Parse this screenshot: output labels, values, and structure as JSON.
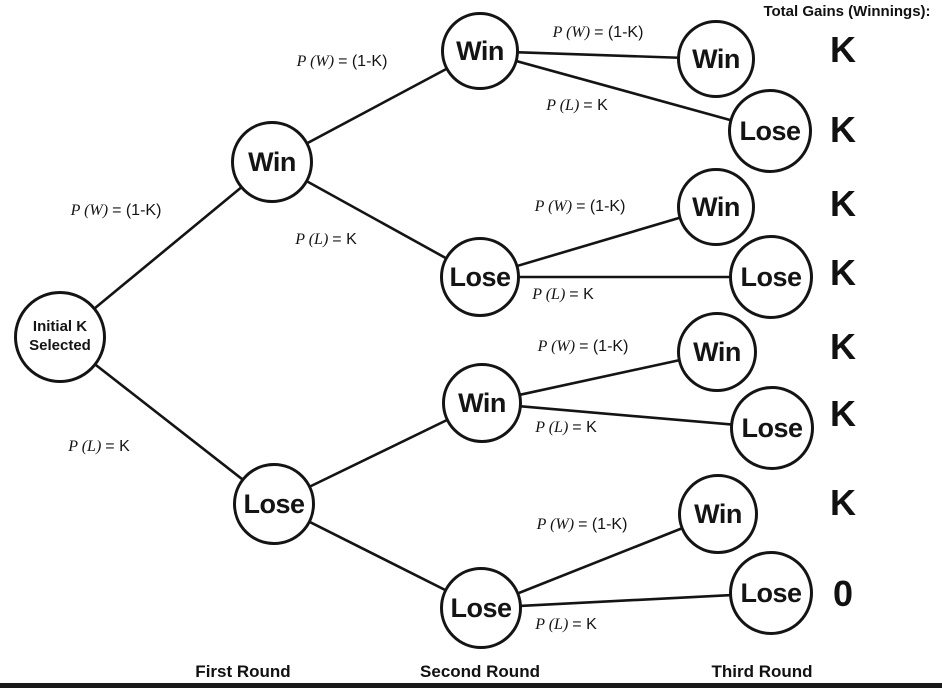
{
  "nodes": {
    "root": "Initial K Selected",
    "round1": {
      "win": "Win",
      "lose": "Lose"
    },
    "round2": {
      "win_win": "Win",
      "win_lose": "Lose",
      "lose_win": "Win",
      "lose_lose": "Lose"
    },
    "round3": {
      "www": "Win",
      "wwl": "Lose",
      "wlw": "Win",
      "wll": "Lose",
      "lww": "Win",
      "lwl": "Lose",
      "llw": "Win",
      "lll": "Lose"
    }
  },
  "probabilities": {
    "win": {
      "p": "P (W)",
      "eq": "= (1-K)"
    },
    "lose": {
      "p": "P (L)",
      "eq": "= K"
    }
  },
  "gains": {
    "heading": "Total Gains (Winnings):",
    "values": [
      "K",
      "K",
      "K",
      "K",
      "K",
      "K",
      "K",
      "0"
    ]
  },
  "rounds": {
    "first": "First Round",
    "second": "Second Round",
    "third": "Third Round"
  }
}
